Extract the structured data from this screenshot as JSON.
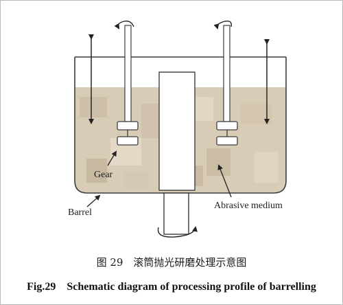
{
  "labels": {
    "gear": "Gear",
    "barrel": "Barrel",
    "abrasive": "Abrasive medium"
  },
  "caption": {
    "zh": "图 29　滚筒抛光研磨处理示意图",
    "en": "Fig.29　Schematic diagram of processing profile of barrelling"
  },
  "colors": {
    "medium_base": "#d8cbb6",
    "outline": "#3c3c3c",
    "shaft": "#ffffff"
  }
}
